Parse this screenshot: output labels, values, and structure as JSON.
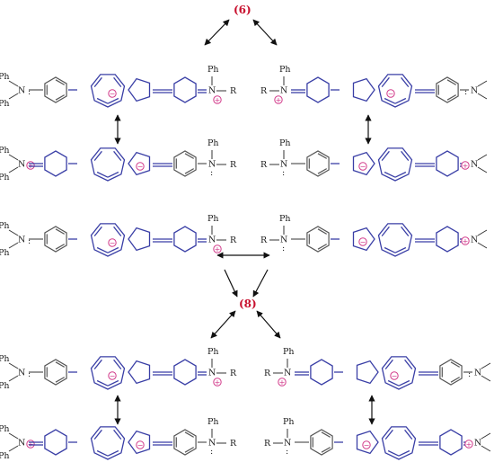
{
  "labels": {
    "compound_6": "(6)",
    "compound_8": "(8)",
    "ph": "Ph",
    "n": "N",
    "r": "R",
    "lone_pair": ":"
  },
  "charges": {
    "plus": "+",
    "minus": "−"
  },
  "colors": {
    "ring": "#3a3fa6",
    "phenyl": "#555555",
    "label": "#c8102e",
    "charge": "#d23a8a"
  }
}
